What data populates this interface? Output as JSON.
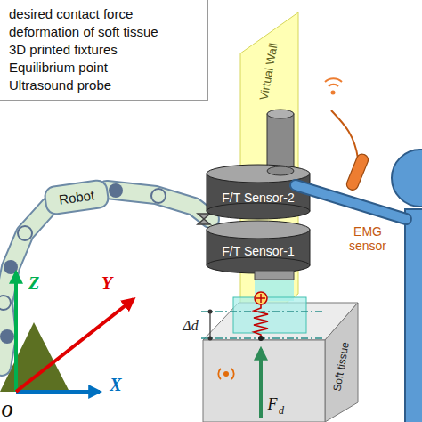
{
  "diagram": {
    "nodes": [
      {
        "text": [
          "Robot"
        ]
      },
      {
        "text": [
          "Virtual Wall"
        ]
      },
      {
        "text": [
          "F/T Sensor-2"
        ]
      },
      {
        "text": [
          "F/T Sensor-1"
        ]
      },
      {
        "text": [
          "Soft tissue"
        ]
      },
      {
        "text": [
          "EMG sensor"
        ]
      }
    ],
    "labels": [
      "Z",
      "Y",
      "X",
      "O",
      "Δd",
      "F",
      "d"
    ],
    "legend": [
      {
        "text": "desired contact force"
      },
      {
        "text": "deformation of soft tissue"
      },
      {
        "text": "3D printed fixtures"
      },
      {
        "text": "Equilibrium point"
      },
      {
        "text": "Ultrasound probe"
      }
    ]
  }
}
